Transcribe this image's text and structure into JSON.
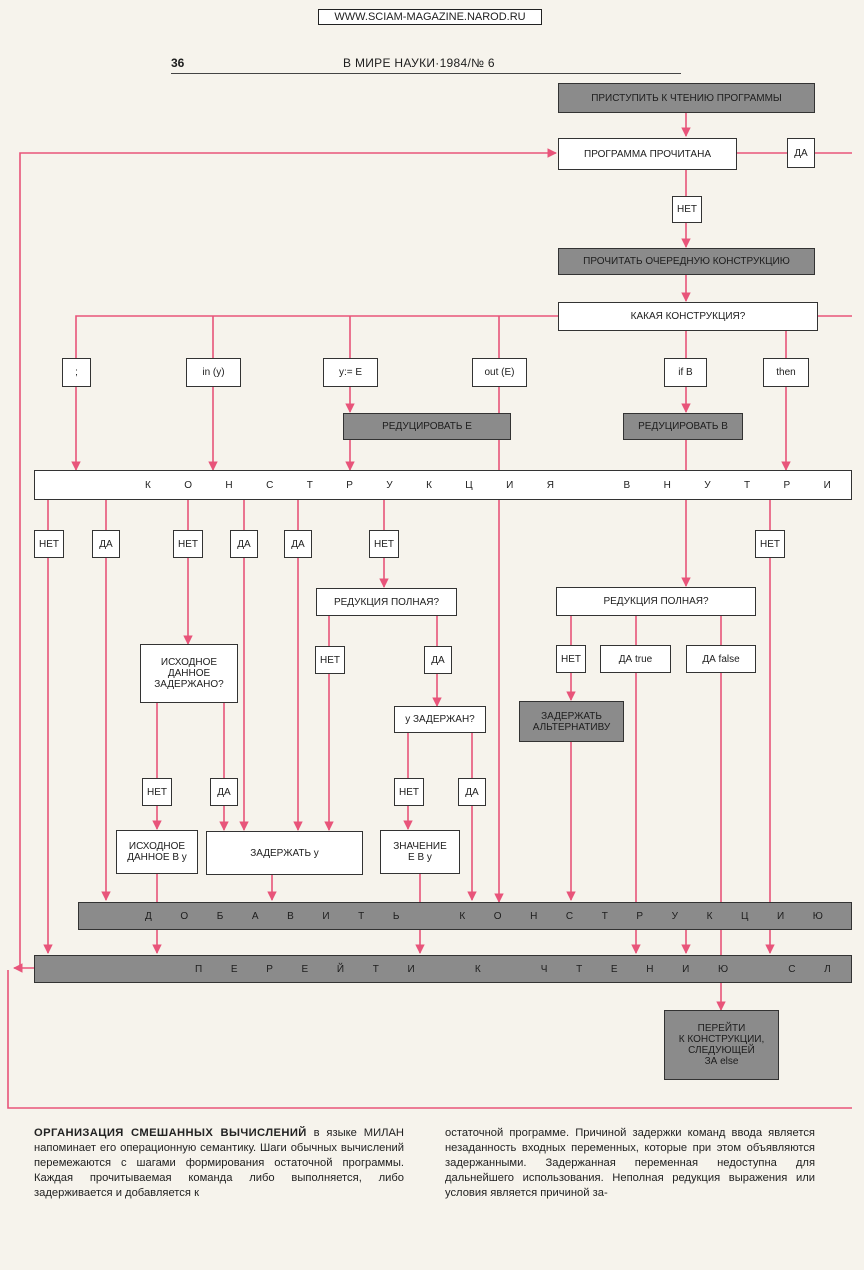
{
  "watermark": "WWW.SCIAM-MAGAZINE.NAROD.RU",
  "header": {
    "page_number": "36",
    "journal": "В МИРЕ НАУКИ·1984/№ 6"
  },
  "flowchart": {
    "start": "ПРИСТУПИТЬ К ЧТЕНИЮ ПРОГРАММЫ",
    "program_read": "ПРОГРАММА ПРОЧИТАНА",
    "yes_exit": "ДА",
    "no_1": "НЕТ",
    "read_next": "ПРОЧИТАТЬ ОЧЕРЕДНУЮ КОНСТРУКЦИЮ",
    "which": "КАКАЯ КОНСТРУКЦИЯ?",
    "constructs": {
      "semicolon": ";",
      "in_y": "in (y)",
      "assign": "y:= E",
      "out_e": "out (E)",
      "if_b": "if B",
      "then": "then"
    },
    "reduce_e": "РЕДУЦИРОВАТЬ E",
    "reduce_b": "РЕДУЦИРОВАТЬ B",
    "inside_letters": [
      "К",
      "О",
      "Н",
      "С",
      "Т",
      "Р",
      "У",
      "К",
      "Ц",
      "И",
      "Я",
      "В",
      "Н",
      "У",
      "Т",
      "Р",
      "И"
    ],
    "branch": {
      "net_a": "НЕТ",
      "da_a": "ДА",
      "net_b": "НЕТ",
      "da_b": "ДА",
      "da_c": "ДА",
      "net_c": "НЕТ",
      "net_d": "НЕТ"
    },
    "reduction_full_1": "РЕДУКЦИЯ ПОЛНАЯ?",
    "reduction_full_2": "РЕДУКЦИЯ ПОЛНАЯ?",
    "input_delayed": "ИСХОДНОЕ\nДАННОЕ\nЗАДЕРЖАНО?",
    "r1_net": "НЕТ",
    "r1_da": "ДА",
    "r2_net": "НЕТ",
    "r2_da_true": "ДА true",
    "r2_da_false": "ДА false",
    "y_delayed": "y ЗАДЕРЖАН?",
    "delay_alt": "ЗАДЕРЖАТЬ\nАЛЬТЕРНАТИВУ",
    "i_net": "НЕТ",
    "i_da": "ДА",
    "y_net": "НЕТ",
    "y_da": "ДА",
    "input_to_y": "ИСХОДНОЕ\nДАННОЕ В y",
    "delay_y": "ЗАДЕРЖАТЬ y",
    "value_e": "ЗНАЧЕНИЕ\nE В y",
    "add_letters": [
      "Д",
      "О",
      "Б",
      "А",
      "В",
      "И",
      "Т",
      "Ь",
      "К",
      "О",
      "Н",
      "С",
      "Т",
      "Р",
      "У",
      "К",
      "Ц",
      "И",
      "Ю"
    ],
    "goto_letters": [
      "П",
      "Е",
      "Р",
      "Е",
      "Й",
      "Т",
      "И",
      "К",
      "Ч",
      "Т",
      "Е",
      "Н",
      "И",
      "Ю",
      "С",
      "Л"
    ],
    "goto_else": "ПЕРЕЙТИ\nК КОНСТРУКЦИИ,\nСЛЕДУЮЩЕЙ\nЗА else"
  },
  "caption": {
    "lead": "ОРГАНИЗАЦИЯ СМЕШАННЫХ ВЫЧИСЛЕНИЙ",
    "left_rest": " в языке МИЛАН напоминает его операционную семантику. Шаги обычных вычислений перемежаются с шагами формирования остаточной программы. Каждая прочитываемая команда либо выполняется, либо задерживается и добавляется к",
    "right": "остаточной программе. Причиной задержки команд ввода является незаданность входных переменных, которые при этом объявляются задержанными. Задержанная переменная недоступна для дальнейшего использования. Неполная редукция выражения или условия является причиной за-"
  },
  "colors": {
    "arrow": "#e8547a",
    "dark_box": "#8b8b8b",
    "paper": "#f6f3ec"
  }
}
